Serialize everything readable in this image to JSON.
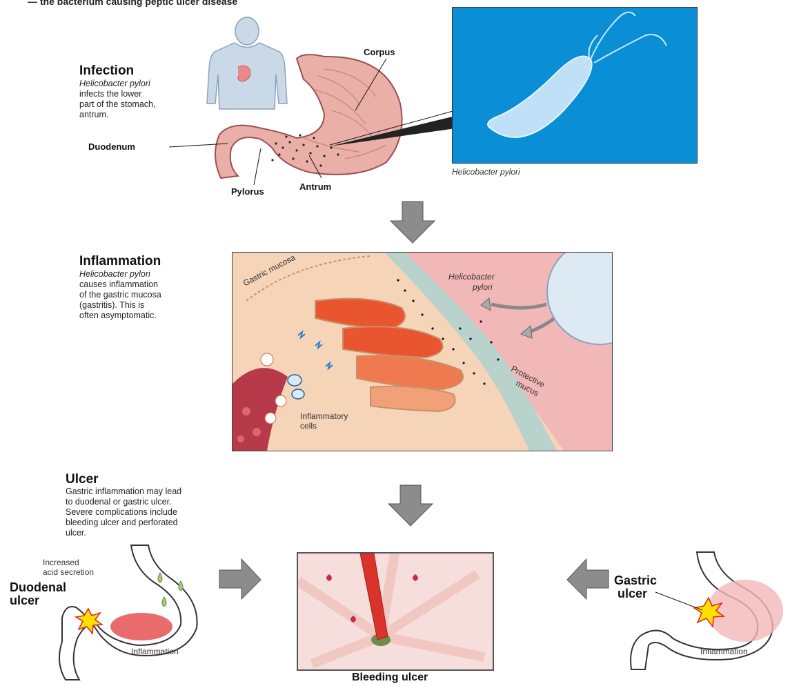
{
  "header": {
    "subtitle": "— the bacterium causing peptic ulcer disease"
  },
  "infection": {
    "title": "Infection",
    "line1_italic": "Helicobacter pylori",
    "line2": "infects the lower",
    "line3": "part of the stomach,",
    "line4": "antrum.",
    "labels": {
      "corpus": "Corpus",
      "duodenum": "Duodenum",
      "pylorus": "Pylorus",
      "antrum": "Antrum"
    },
    "micrograph_caption": "Helicobacter pylori"
  },
  "inflammation": {
    "title": "Inflammation",
    "line1_italic": "Helicobacter pylori",
    "line2": "causes inflammation",
    "line3": "of the gastric mucosa",
    "line4": "(gastritis). This is",
    "line5": "often asymptomatic.",
    "labels": {
      "gastric_mucosa": "Gastric mucosa",
      "hp_line1": "Helicobacter",
      "hp_line2": "pylori",
      "protective_line1": "Protective",
      "protective_line2": "mucus",
      "inflam_cells_line1": "Inflammatory",
      "inflam_cells_line2": "cells"
    }
  },
  "ulcer": {
    "title": "Ulcer",
    "line1": "Gastric inflammation may lead",
    "line2": "to duodenal or gastric ulcer.",
    "line3": "Severe complications include",
    "line4": "bleeding ulcer and perforated",
    "line5": "ulcer.",
    "increased_line1": "Increased",
    "increased_line2": "acid secretion",
    "duodenal_line1": "Duodenal",
    "duodenal_line2": "ulcer",
    "inflammation_left": "Inflammation",
    "gastric_line1": "Gastric",
    "gastric_line2": "ulcer",
    "inflammation_right": "Inflammation",
    "bleeding": "Bleeding ulcer"
  },
  "colors": {
    "arrow": "#8c8c8c",
    "micrograph_bg": "#0a8ed6",
    "stomach": "#e8a6a6",
    "mucosa": "#f3c7a3",
    "inflamed": "#e8552e",
    "mucus": "#b9d3cc"
  }
}
